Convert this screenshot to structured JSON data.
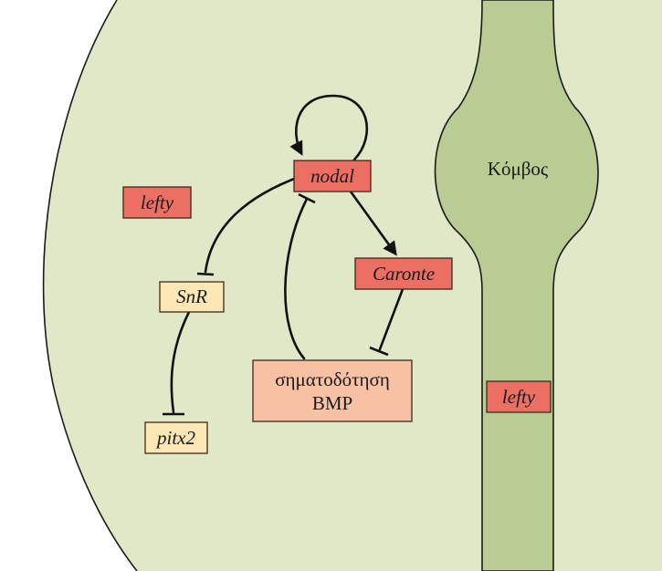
{
  "colors": {
    "background": "#ffffff",
    "cell_fill": "#e0e8c8",
    "node_tube_fill": "#b9cc94",
    "outline": "#1a1a1a",
    "red_box": "#ec6f64",
    "pale_yellow_box": "#fde7b4",
    "salmon_box": "#f9c1a4"
  },
  "diagram": {
    "node_label": "Κόμβος",
    "nodes": {
      "nodal": "nodal",
      "lefty_left": "lefty",
      "caronte": "Caronte",
      "snr": "SnR",
      "pitx2": "pitx2",
      "bmp_line1": "σηματοδότηση",
      "bmp_line2": "BMP",
      "lefty_node": "lefty"
    }
  }
}
